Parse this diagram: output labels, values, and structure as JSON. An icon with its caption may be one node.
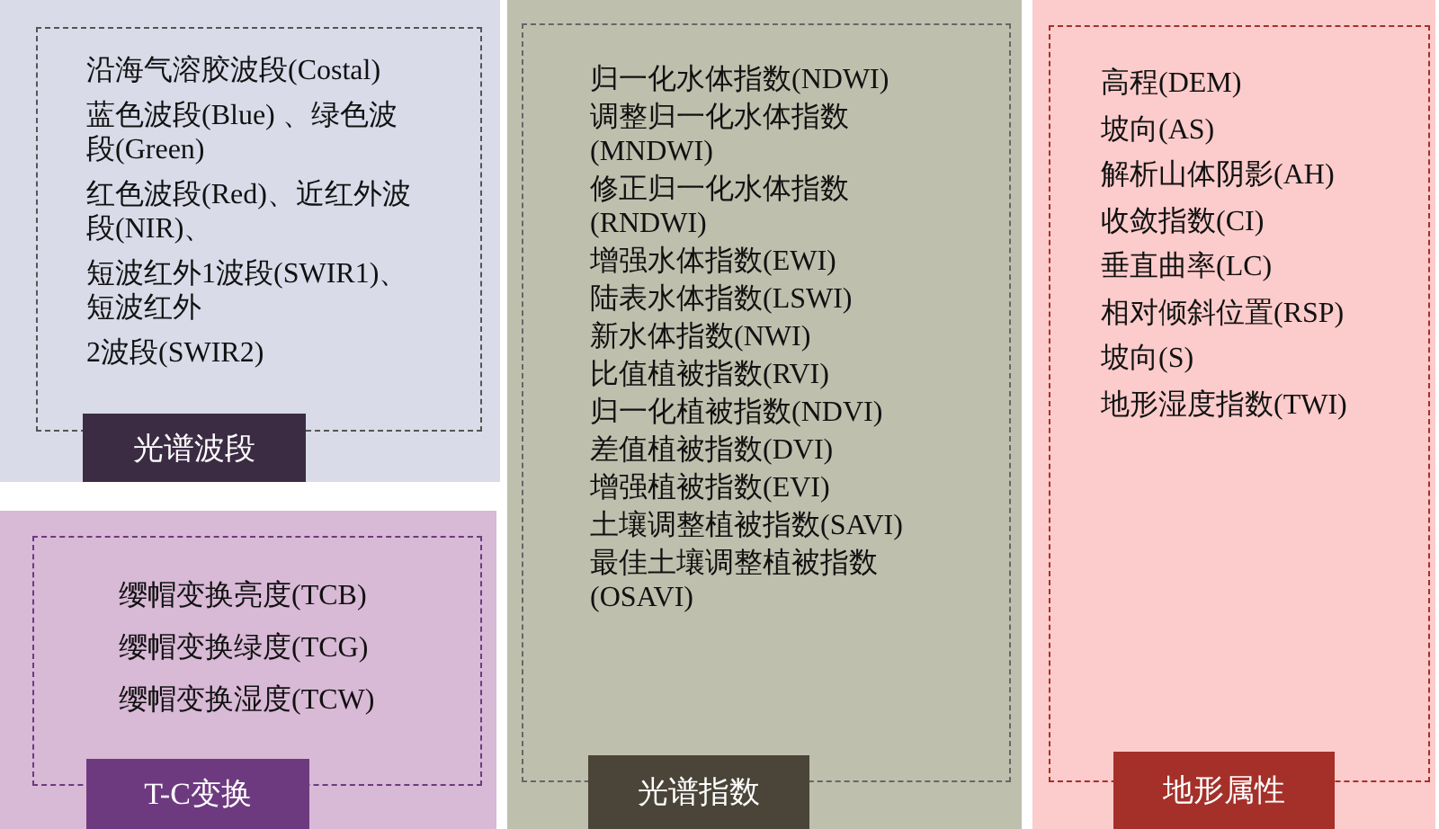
{
  "diagram": {
    "nodes": [
      {
        "text": [
          "沿海气溶胶波段(Costal)",
          "蓝色波段(Blue) 、绿色波段(Green)",
          "红色波段(Red)、近红外波段(NIR)、",
          "短波红外1波段(SWIR1)、短波红外",
          "2波段(SWIR2)"
        ]
      },
      {
        "text": [
          "光谱波段"
        ],
        "in": 0
      },
      {
        "text": [
          "归一化水体指数(NDWI)",
          "调整归一化水体指数(MNDWI)",
          "修正归一化水体指数(RNDWI)",
          "增强水体指数(EWI)",
          "陆表水体指数(LSWI)",
          "新水体指数(NWI)",
          "比值植被指数(RVI)",
          "归一化植被指数(NDVI)",
          "差值植被指数(DVI)",
          "增强植被指数(EVI)",
          "土壤调整植被指数(SAVI)",
          "最佳土壤调整植被指数(OSAVI)"
        ]
      },
      {
        "text": [
          "光谱指数"
        ],
        "in": 2
      },
      {
        "text": [
          "高程(DEM)",
          "坡向(AS)",
          "解析山体阴影(AH)",
          "收敛指数(CI)",
          "垂直曲率(LC)",
          "相对倾斜位置(RSP)",
          "坡向(S)",
          "地形湿度指数(TWI)"
        ]
      },
      {
        "text": [
          "地形属性"
        ],
        "in": 4
      },
      {
        "text": [
          "缨帽变换亮度(TCB)",
          "缨帽变换绿度(TCG)",
          "缨帽变换湿度(TCW)"
        ]
      },
      {
        "text": [
          "T-C变换"
        ],
        "in": 6
      }
    ]
  }
}
